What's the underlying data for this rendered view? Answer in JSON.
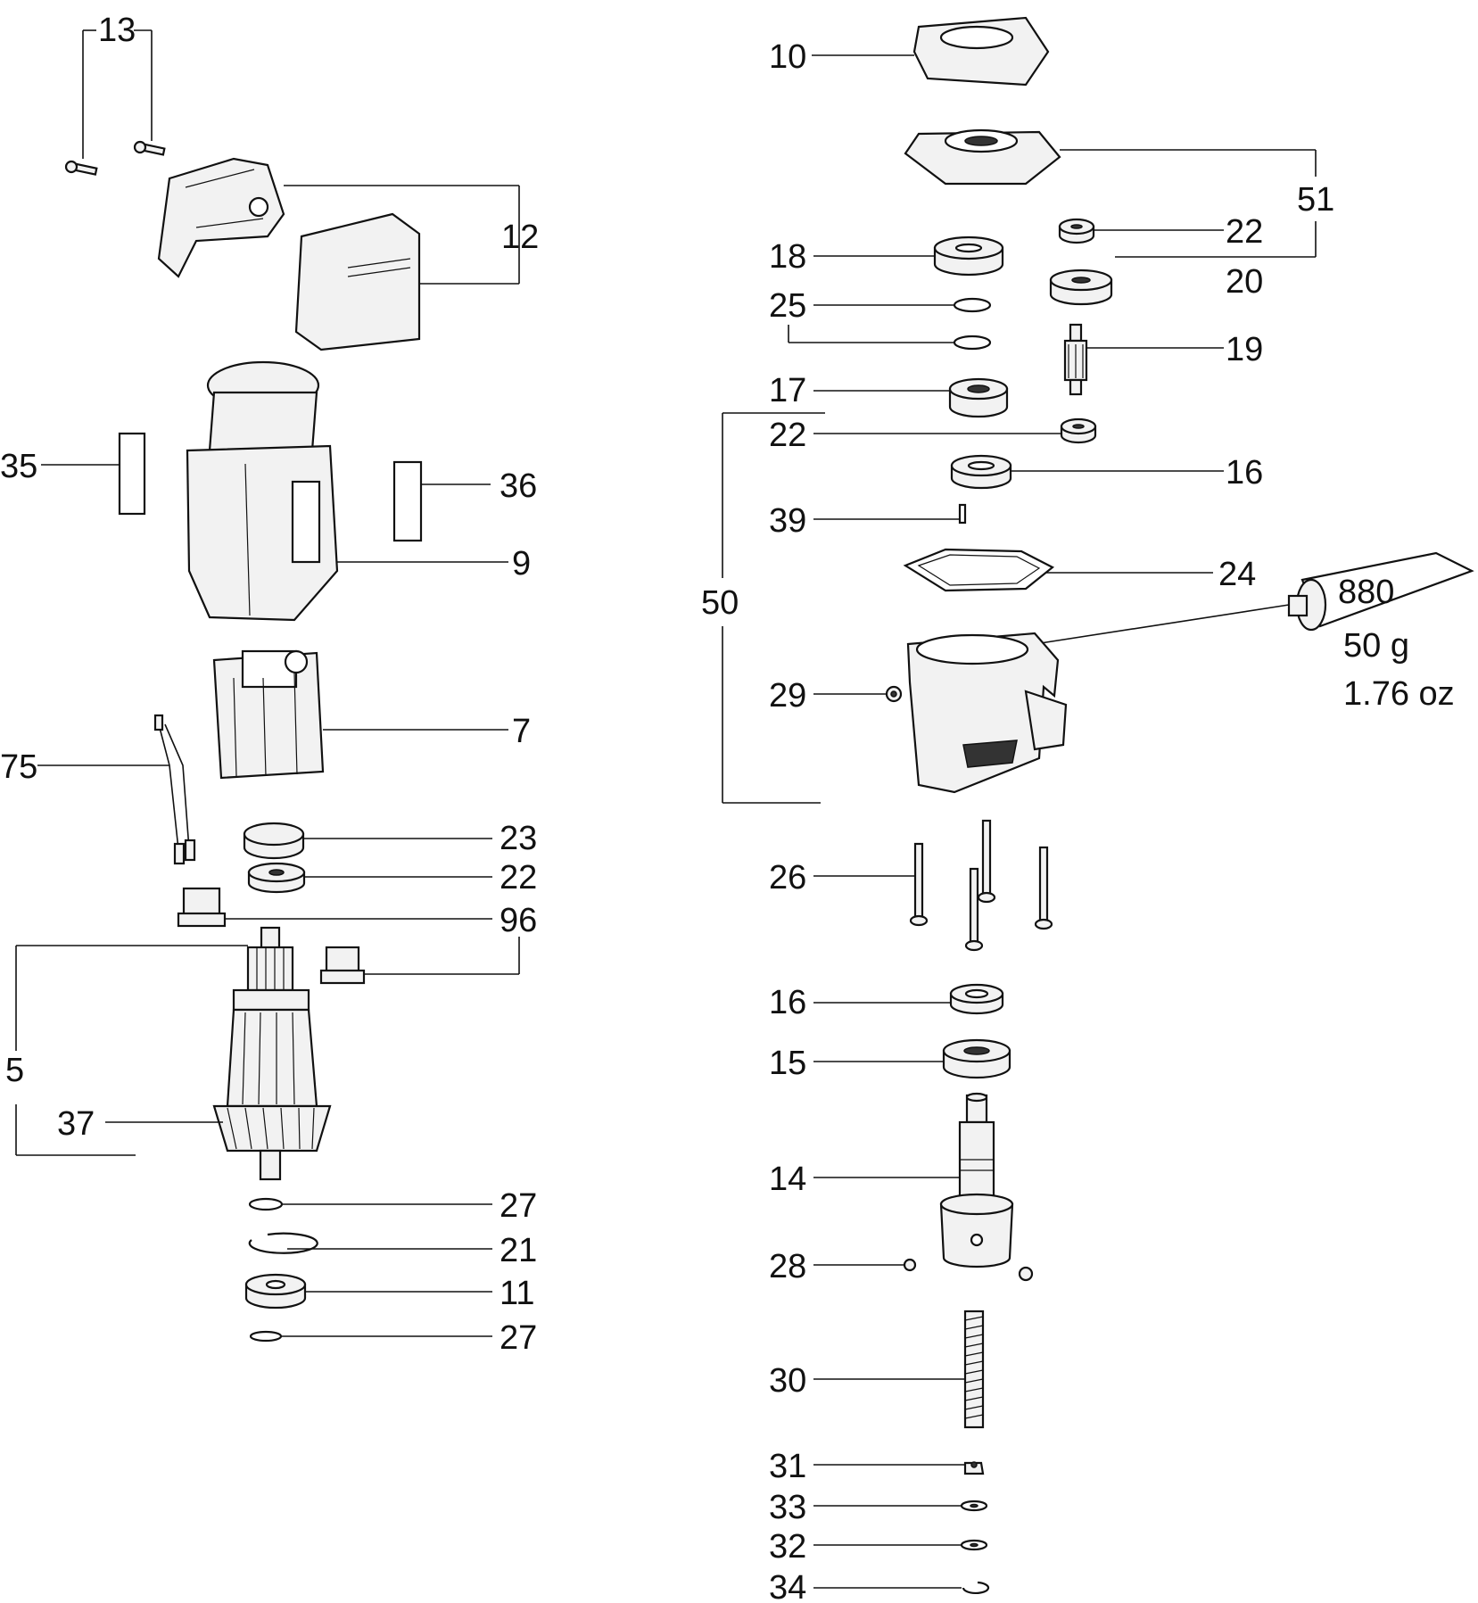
{
  "labels": {
    "l13": "13",
    "l12": "12",
    "l35": "35",
    "l36": "36",
    "l9": "9",
    "l75": "75",
    "l7": "7",
    "l23": "23",
    "l22a": "22",
    "l96": "96",
    "l5": "5",
    "l37": "37",
    "l27a": "27",
    "l21": "21",
    "l11": "11",
    "l27b": "27",
    "l10": "10",
    "l51": "51",
    "l22b": "22",
    "l18": "18",
    "l20": "20",
    "l25": "25",
    "l19": "19",
    "l17": "17",
    "l22c": "22",
    "l16a": "16",
    "l39": "39",
    "l50": "50",
    "l24": "24",
    "l29": "29",
    "l26": "26",
    "l16b": "16",
    "l15": "15",
    "l14": "14",
    "l28": "28",
    "l30": "30",
    "l31": "31",
    "l33": "33",
    "l32": "32",
    "l34": "34"
  },
  "grease": {
    "code": "880",
    "weight_g": "50 g",
    "weight_oz": "1.76 oz"
  }
}
